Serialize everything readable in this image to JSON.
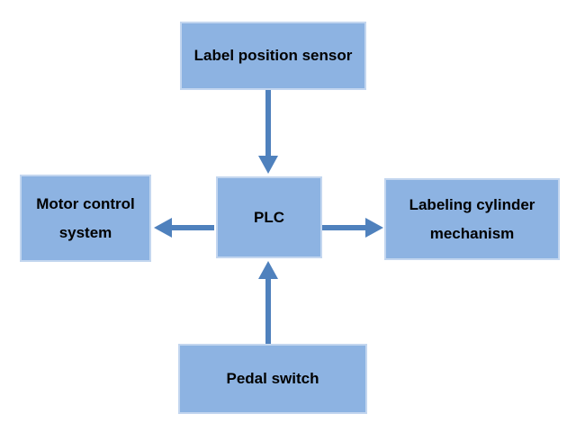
{
  "diagram": {
    "type": "block-diagram",
    "description": "PLC labeling machine control system block diagram",
    "nodes": {
      "sensor": {
        "label": "Label position sensor"
      },
      "motor": {
        "label": "Motor control system"
      },
      "plc": {
        "label": "PLC"
      },
      "cylinder": {
        "label": "Labeling cylinder mechanism"
      },
      "pedal": {
        "label": "Pedal switch"
      }
    },
    "edges": [
      {
        "from": "sensor",
        "to": "plc",
        "direction": "down"
      },
      {
        "from": "plc",
        "to": "motor",
        "direction": "left"
      },
      {
        "from": "plc",
        "to": "cylinder",
        "direction": "right"
      },
      {
        "from": "pedal",
        "to": "plc",
        "direction": "up"
      }
    ],
    "colors": {
      "node_fill": "#8db3e2",
      "node_border": "#c3d6ef",
      "arrow": "#4f81bd",
      "text": "#000000",
      "background": "#ffffff"
    }
  }
}
